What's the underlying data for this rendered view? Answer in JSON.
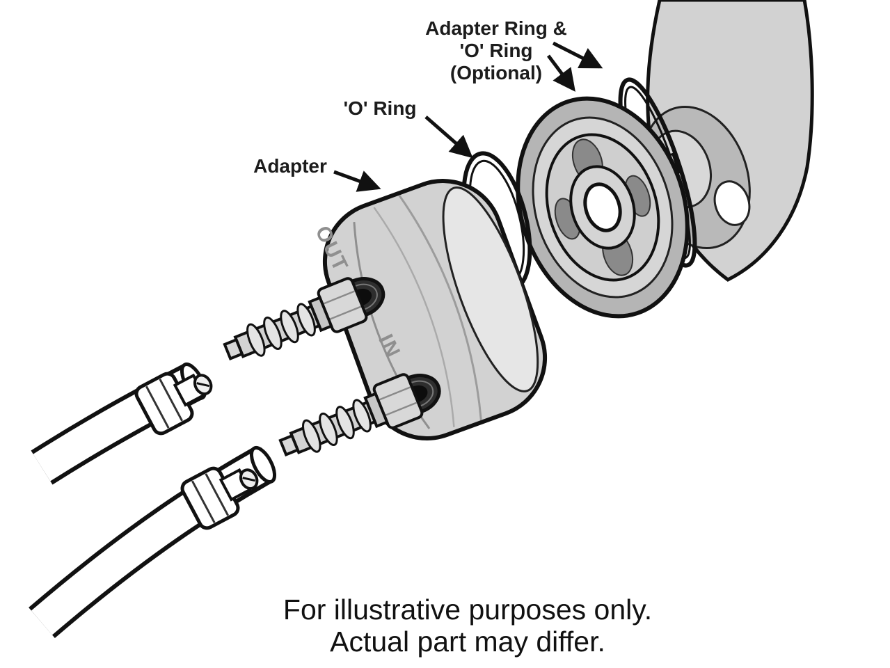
{
  "callouts": {
    "adapter_ring": {
      "line1": "Adapter Ring &",
      "line2": "'O' Ring",
      "line3": "(Optional)"
    },
    "o_ring": "'O' Ring",
    "adapter": "Adapter"
  },
  "part_markings": {
    "out": "OUT",
    "in": "IN"
  },
  "caption": {
    "line1": "For illustrative purposes only.",
    "line2": "Actual part may differ."
  },
  "colors": {
    "background": "#ffffff",
    "outline": "#111111",
    "metal_light": "#e6e6e6",
    "metal_mid": "#d2d2d2",
    "metal_dark": "#b5b5b5",
    "ring_face": "#cfcfcf",
    "port_dark": "#2e2e2e",
    "marking_gray": "#8f8f8f",
    "label_text": "#1c1c1c"
  }
}
